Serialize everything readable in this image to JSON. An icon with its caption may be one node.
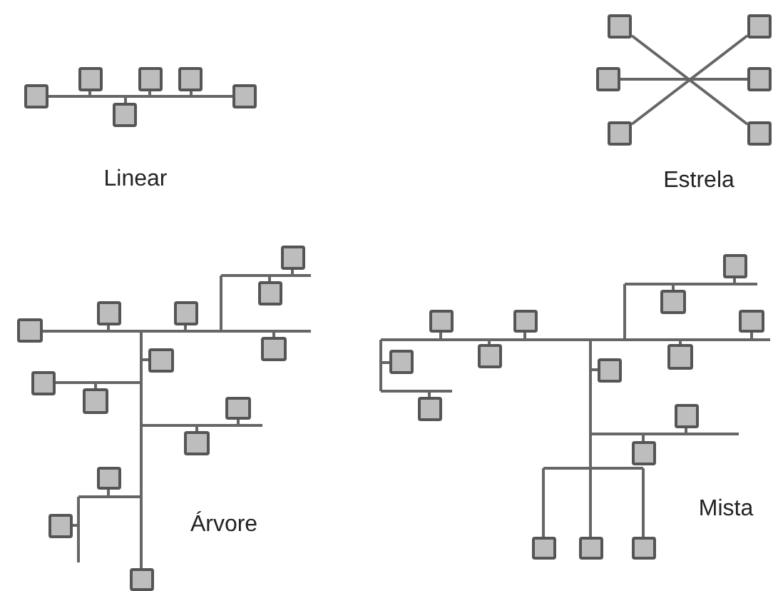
{
  "diagram": {
    "nodes": [
      {
        "text": [],
        "shape": "box"
      },
      {
        "text": [],
        "shape": "box"
      },
      {
        "text": [],
        "shape": "box"
      },
      {
        "text": [],
        "shape": "box"
      },
      {
        "text": [],
        "shape": "box"
      },
      {
        "text": [],
        "shape": "box"
      },
      {
        "text": [],
        "shape": "box"
      },
      {
        "text": [],
        "shape": "box"
      },
      {
        "text": [],
        "shape": "box"
      },
      {
        "text": [],
        "shape": "box"
      },
      {
        "text": [],
        "shape": "box"
      },
      {
        "text": [],
        "shape": "box"
      },
      {
        "text": [],
        "shape": "box"
      },
      {
        "text": [],
        "shape": "box"
      },
      {
        "text": [],
        "shape": "box"
      },
      {
        "text": [],
        "shape": "box"
      },
      {
        "text": [],
        "shape": "box"
      },
      {
        "text": [],
        "shape": "box"
      },
      {
        "text": [],
        "shape": "box"
      },
      {
        "text": [],
        "shape": "box"
      },
      {
        "text": [],
        "shape": "box"
      },
      {
        "text": [],
        "shape": "box"
      },
      {
        "text": [],
        "shape": "box"
      },
      {
        "text": [],
        "shape": "box"
      },
      {
        "text": [],
        "shape": "box"
      },
      {
        "text": [],
        "shape": "box"
      },
      {
        "text": [],
        "shape": "box"
      },
      {
        "text": [],
        "shape": "box"
      },
      {
        "text": [],
        "shape": "box"
      },
      {
        "text": [],
        "shape": "box"
      },
      {
        "text": [],
        "shape": "box"
      },
      {
        "text": [],
        "shape": "box"
      },
      {
        "text": [],
        "shape": "box"
      },
      {
        "text": [],
        "shape": "box"
      },
      {
        "text": [],
        "shape": "box"
      },
      {
        "text": [],
        "shape": "box"
      },
      {
        "text": [],
        "shape": "box"
      },
      {
        "text": [],
        "shape": "box"
      },
      {
        "text": [],
        "shape": "box"
      },
      {
        "text": [],
        "shape": "box"
      },
      {
        "text": [],
        "shape": "box"
      }
    ],
    "edges": [
      {
        "from": 0,
        "to": 5,
        "arrow": "none"
      },
      {
        "from": 6,
        "to": 11,
        "arrow": "none"
      },
      {
        "from": 8,
        "to": 9,
        "arrow": "none"
      },
      {
        "from": 10,
        "to": 7,
        "arrow": "none"
      }
    ],
    "labels": [
      "Linear",
      "Estrela",
      "Árvore",
      "Mista"
    ]
  }
}
